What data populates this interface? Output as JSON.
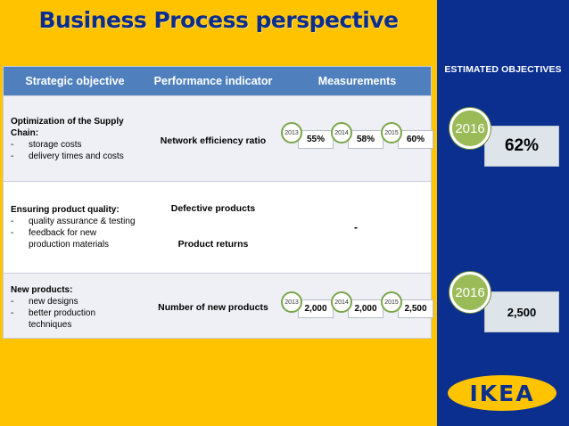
{
  "title": "Business Process perspective",
  "side_title": "ESTIMATED OBJECTIVES",
  "headers": {
    "strategic": "Strategic objective",
    "performance": "Performance indicator",
    "measurements": "Measurements"
  },
  "rows": [
    {
      "objective_title_1": "Optimization of the Supply",
      "objective_title_2": "Chain:",
      "bullets": [
        "storage costs",
        "delivery times and costs"
      ],
      "indicator": "Network efficiency ratio",
      "measurements": [
        {
          "year": "2013",
          "value": "55%"
        },
        {
          "year": "2014",
          "value": "58%"
        },
        {
          "year": "2015",
          "value": "60%"
        }
      ]
    },
    {
      "objective_title_1": "Ensuring product quality:",
      "bullets": [
        "quality assurance & testing",
        "feedback for new",
        "production materials"
      ],
      "indicator_1": "Defective products",
      "indicator_2": "Product returns",
      "measurement_dash": "-"
    },
    {
      "objective_title_1": "New products:",
      "bullets": [
        "new designs",
        "better production",
        "techniques"
      ],
      "indicator": "Number of new products",
      "measurements": [
        {
          "year": "2013",
          "value": "2,000"
        },
        {
          "year": "2014",
          "value": "2,000"
        },
        {
          "year": "2015",
          "value": "2,500"
        }
      ]
    }
  ],
  "estimates": [
    {
      "year": "2016",
      "value": "62%"
    },
    {
      "year": "2016",
      "value": "2,500"
    }
  ],
  "logo": {
    "text": "IKEA",
    "colors": {
      "blue": "#0a2f8f",
      "yellow": "#ffc300"
    }
  },
  "colors": {
    "background": "#ffc300",
    "side_panel": "#0a2f8f",
    "header": "#4f80bd",
    "circle_green": "#9bbb59"
  }
}
